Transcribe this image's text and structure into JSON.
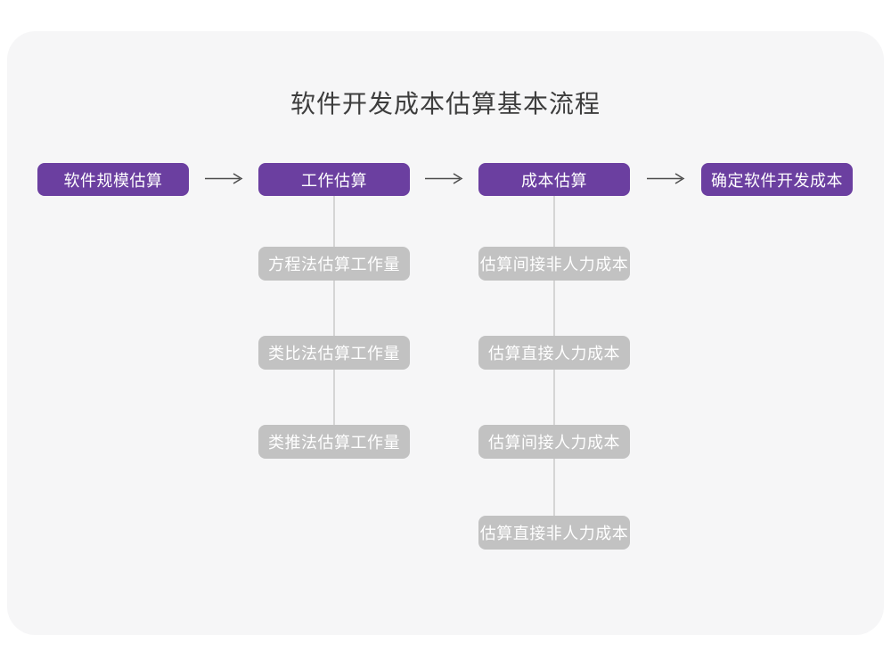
{
  "page": {
    "title": "软件开发成本估算基本流程"
  },
  "colors": {
    "main_step_bg": "#6B3FA0",
    "sub_step_bg": "#C2C2C2",
    "connector_line": "#D5D5D5",
    "arrow": "#4D4D4D",
    "card_bg": "#F6F6F7",
    "title_text": "#3D3D3D",
    "box_text": "#FFFFFF"
  },
  "flow": {
    "main_steps": [
      {
        "label": "软件规模估算"
      },
      {
        "label": "工作估算"
      },
      {
        "label": "成本估算"
      },
      {
        "label": "确定软件开发成本"
      }
    ],
    "work_estimation_substeps": [
      {
        "label": "方程法估算工作量"
      },
      {
        "label": "类比法估算工作量"
      },
      {
        "label": "类推法估算工作量"
      }
    ],
    "cost_estimation_substeps": [
      {
        "label": "估算间接非人力成本"
      },
      {
        "label": "估算直接人力成本"
      },
      {
        "label": "估算间接人力成本"
      },
      {
        "label": "估算直接非人力成本"
      }
    ]
  }
}
